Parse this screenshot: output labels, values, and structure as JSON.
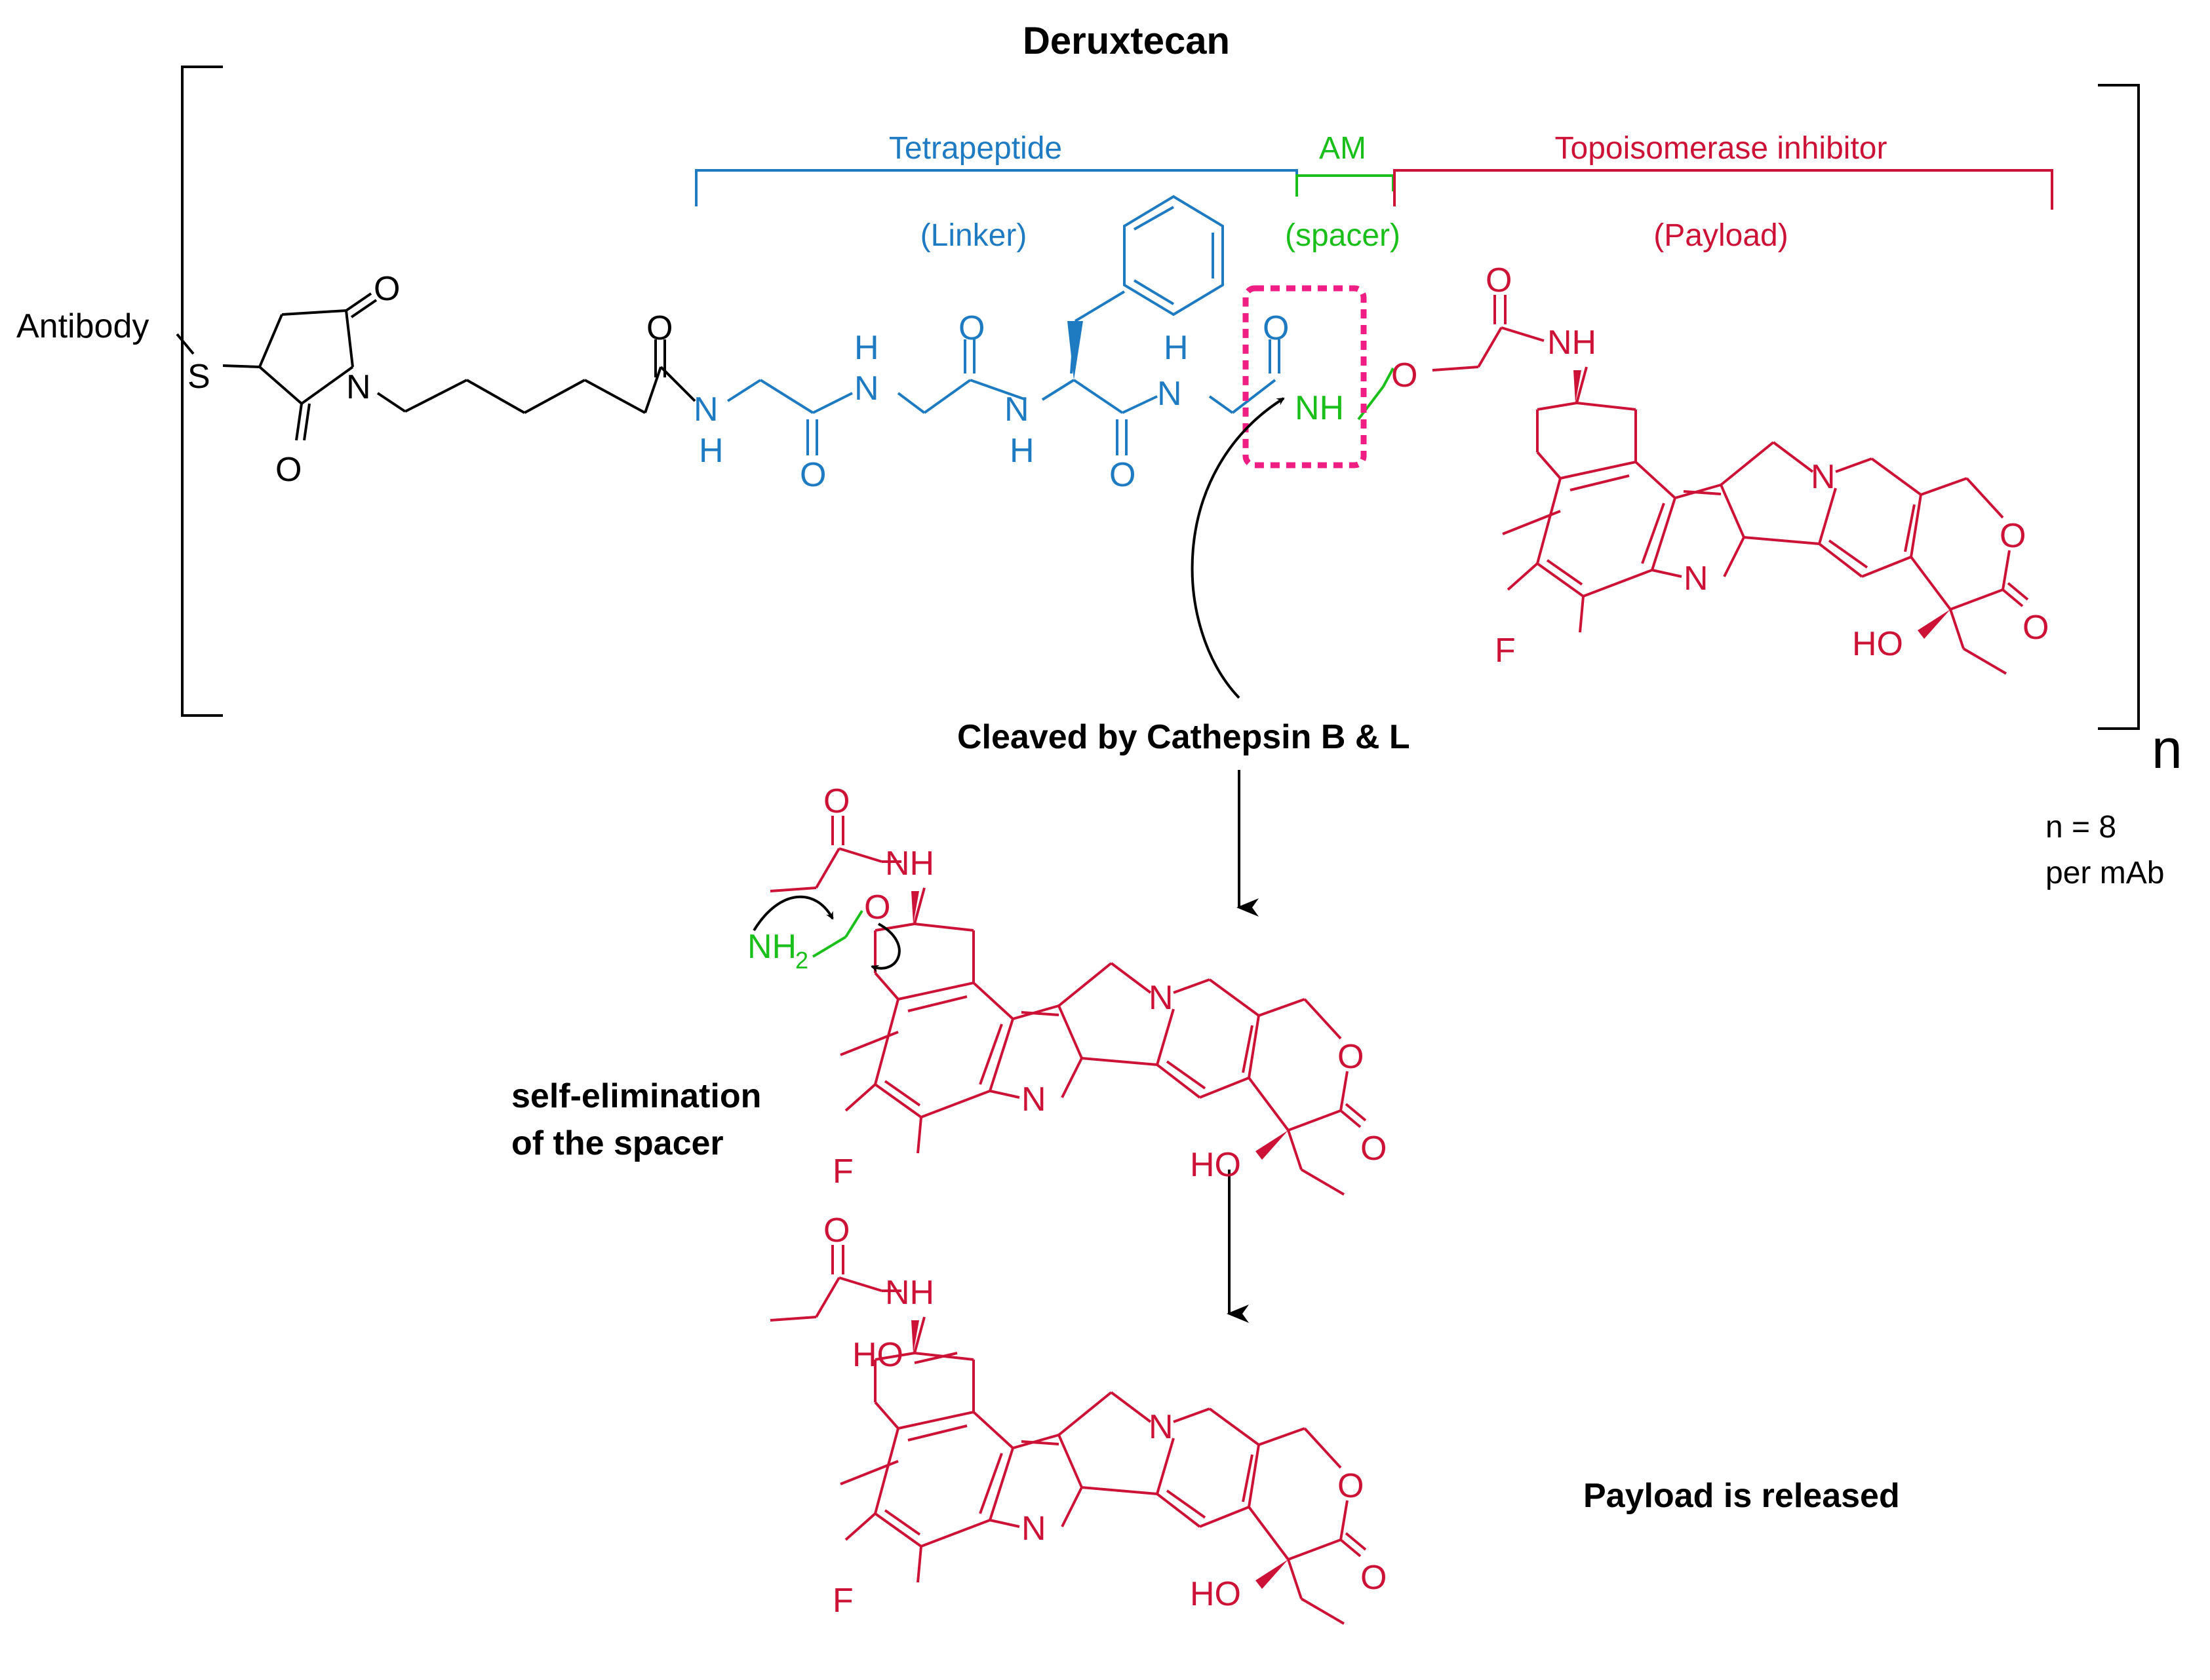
{
  "title": "Deruxtecan",
  "regions": {
    "tetrapeptide": "Tetrapeptide",
    "linker": "(Linker)",
    "am": "AM",
    "spacer": "(spacer)",
    "topo": "Topoisomerase inhibitor",
    "payload": "(Payload)"
  },
  "labels": {
    "antibody": "Antibody",
    "s": "S",
    "o": "O",
    "n": "N",
    "nh": "NH",
    "h": "H",
    "f": "F",
    "ho": "HO",
    "nh2": "NH",
    "sub2": "2"
  },
  "multiplier": "n",
  "n_value": "n = 8",
  "per_mab": "per mAb",
  "steps": {
    "cleavage": "Cleaved by Cathepsin B & L",
    "self_elim_1": "self-elimination",
    "self_elim_2": "of the spacer",
    "released": "Payload is released"
  },
  "colors": {
    "black": "#000000",
    "linker_blue": "#1e7bc1",
    "spacer_green": "#1bbf1b",
    "payload_red": "#cc1236",
    "highlight_pink": "#ee1e82"
  }
}
